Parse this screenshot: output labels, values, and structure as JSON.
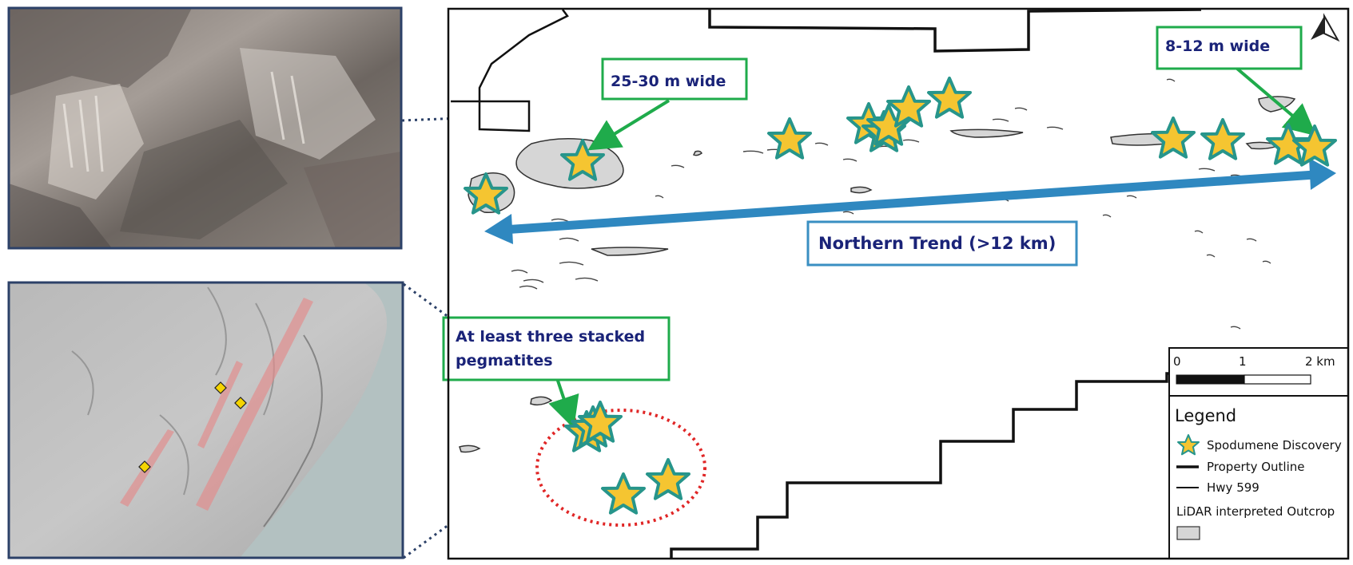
{
  "callouts": {
    "width_25_30": "25-30 m wide",
    "width_8_12": "8-12 m wide",
    "stacked_line1": "At least three stacked",
    "stacked_line2": "pegmatites",
    "trend": "Northern Trend (>12 km)"
  },
  "scale_bar": {
    "tick0": "0",
    "tick1": "1",
    "tick2": "2 km"
  },
  "legend": {
    "title": "Legend",
    "items": [
      {
        "label": "Spodumene Discovery",
        "icon": "star-icon"
      },
      {
        "label": "Property Outline",
        "icon": "thick-line-icon"
      },
      {
        "label": "Hwy 599",
        "icon": "thin-line-icon"
      },
      {
        "label": "LiDAR interpreted Outcrop",
        "icon": "grey-box-icon"
      }
    ]
  },
  "colors": {
    "star_fill": "#f5c531",
    "star_stroke": "#27958b",
    "callout_border": "#1fab4b",
    "callout_text": "#1a2378",
    "trend_arrow": "#2f88c0",
    "trend_box": "#3a8fc2",
    "ellipse": "#e02626",
    "inset_border": "#2c4168"
  },
  "north_arrow": {
    "icon": "north-arrow-icon"
  }
}
